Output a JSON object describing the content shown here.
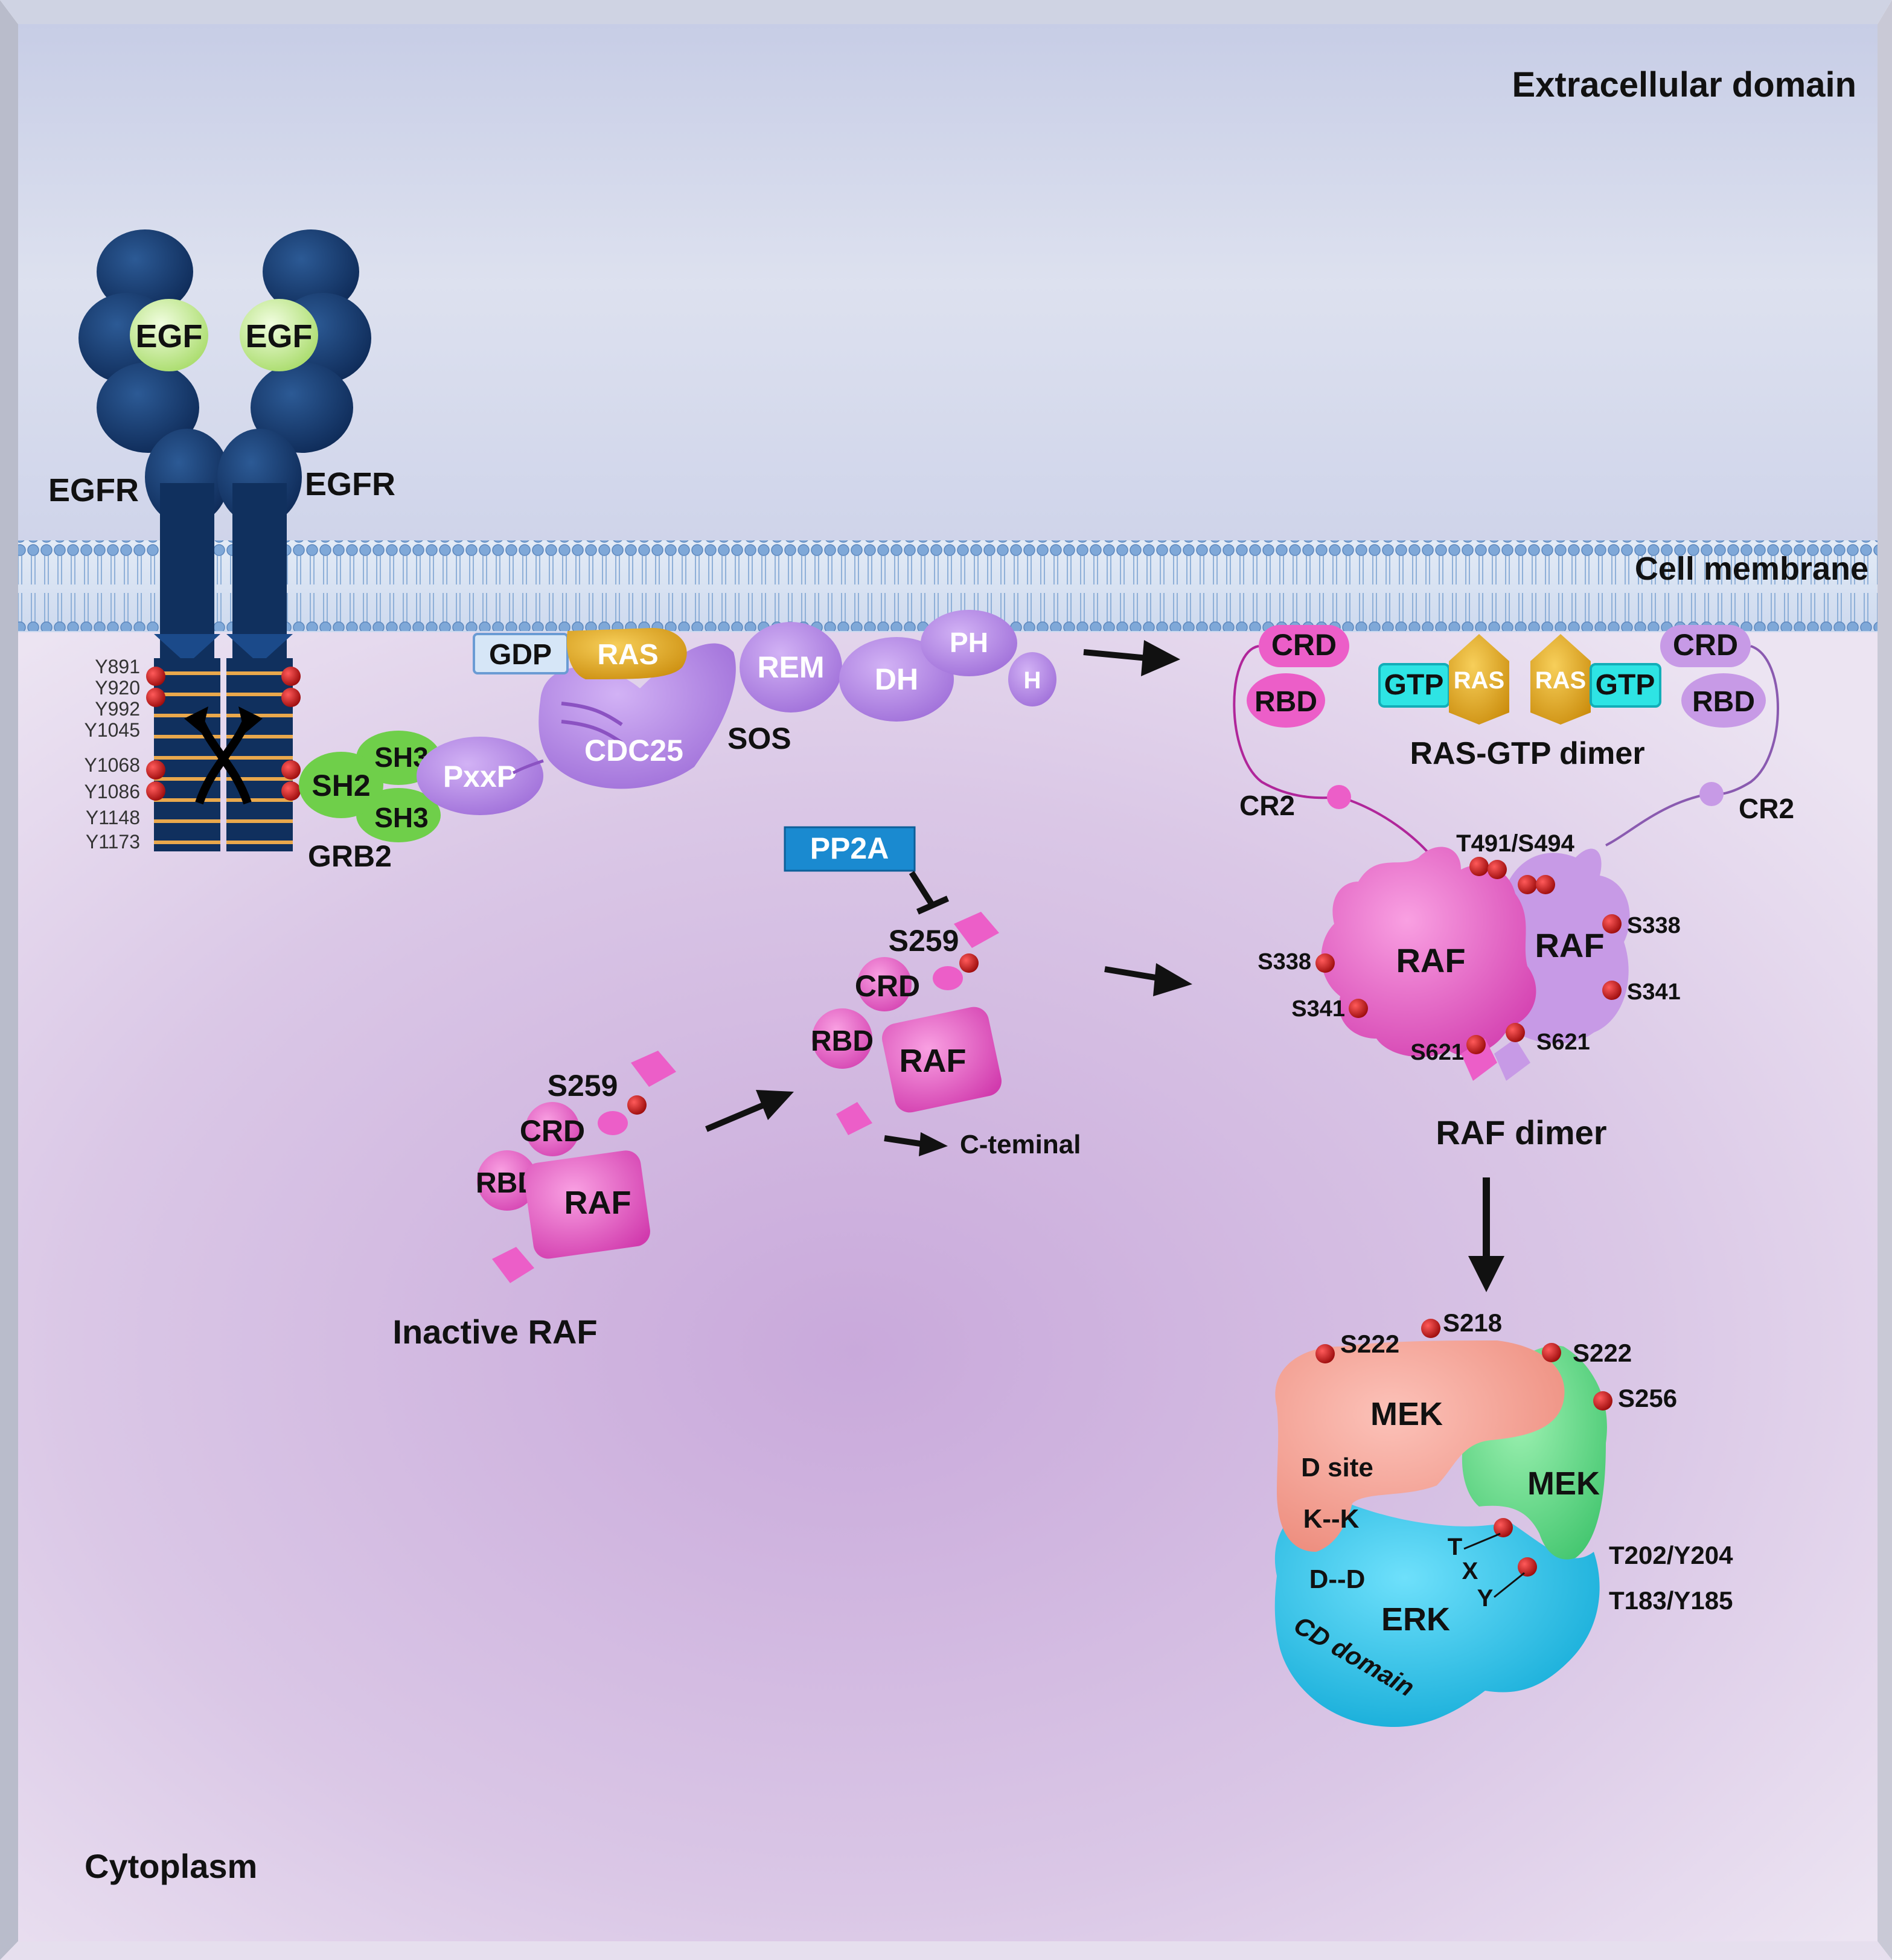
{
  "regions": {
    "extracellular": "Extracellular domain",
    "membrane": "Cell membrane",
    "cytoplasm": "Cytoplasm"
  },
  "receptor": {
    "ligand_left": "EGF",
    "ligand_right": "EGF",
    "receptor_left": "EGFR",
    "receptor_right": "EGFR",
    "tyrosine_sites": [
      "Y891",
      "Y920",
      "Y992",
      "Y1045",
      "Y1068",
      "Y1086",
      "Y1148",
      "Y1173"
    ]
  },
  "grb2": {
    "sh2": "SH2",
    "sh3_top": "SH3",
    "sh3_bottom": "SH3",
    "name": "GRB2"
  },
  "sos": {
    "pxxp": "PxxP",
    "cdc25": "CDC25",
    "rem": "REM",
    "dh": "DH",
    "ph": "PH",
    "h": "H",
    "name": "SOS",
    "gdp": "GDP",
    "ras": "RAS"
  },
  "ras_dimer": {
    "gtp_left": "GTP",
    "gtp_right": "GTP",
    "ras_left": "RAS",
    "ras_right": "RAS",
    "label": "RAS-GTP dimer"
  },
  "raf_dimer": {
    "crd_left": "CRD",
    "rbd_left": "RBD",
    "crd_right": "CRD",
    "rbd_right": "RBD",
    "cr2_left": "CR2",
    "cr2_right": "CR2",
    "site_t491": "T491/S494",
    "raf_left": "RAF",
    "raf_right": "RAF",
    "s338_left": "S338",
    "s341_left": "S341",
    "s621_left": "S621",
    "s338_right": "S338",
    "s341_right": "S341",
    "s621_right": "S621",
    "label": "RAF dimer"
  },
  "pp2a": "PP2A",
  "raf_mid": {
    "s259": "S259",
    "crd": "CRD",
    "rbd": "RBD",
    "raf": "RAF",
    "cterm": "C-teminal"
  },
  "raf_inactive": {
    "s259": "S259",
    "crd": "CRD",
    "rbd": "RBD",
    "raf": "RAF",
    "label": "Inactive RAF"
  },
  "mek_erk": {
    "s222_left": "S222",
    "s218": "S218",
    "s222_right": "S222",
    "s256": "S256",
    "mek_left": "MEK",
    "mek_right": "MEK",
    "d_site": "D site",
    "kk": "K--K",
    "dd": "D--D",
    "t": "T",
    "x": "X",
    "y": "Y",
    "erk": "ERK",
    "cd_domain": "CD domain",
    "site_t202": "T202/Y204",
    "site_t183": "T183/Y185"
  },
  "colors": {
    "extracellular_bg": "#d4d9eb",
    "cytoplasm_bg": "#dccbe6",
    "receptor": "#10305e",
    "egf": "#c9ec9a",
    "grb2": "#6fcf4a",
    "sos": "#b184e6",
    "ras": "#e3a817",
    "gtp": "#2ee4e4",
    "raf": "#ec5ec8",
    "raf_right": "#c79ae6",
    "mek_left": "#f4a196",
    "mek_right": "#6fe08f",
    "erk": "#16c2ec",
    "pp2a": "#1a8ad0",
    "phospho": "#c21414"
  }
}
